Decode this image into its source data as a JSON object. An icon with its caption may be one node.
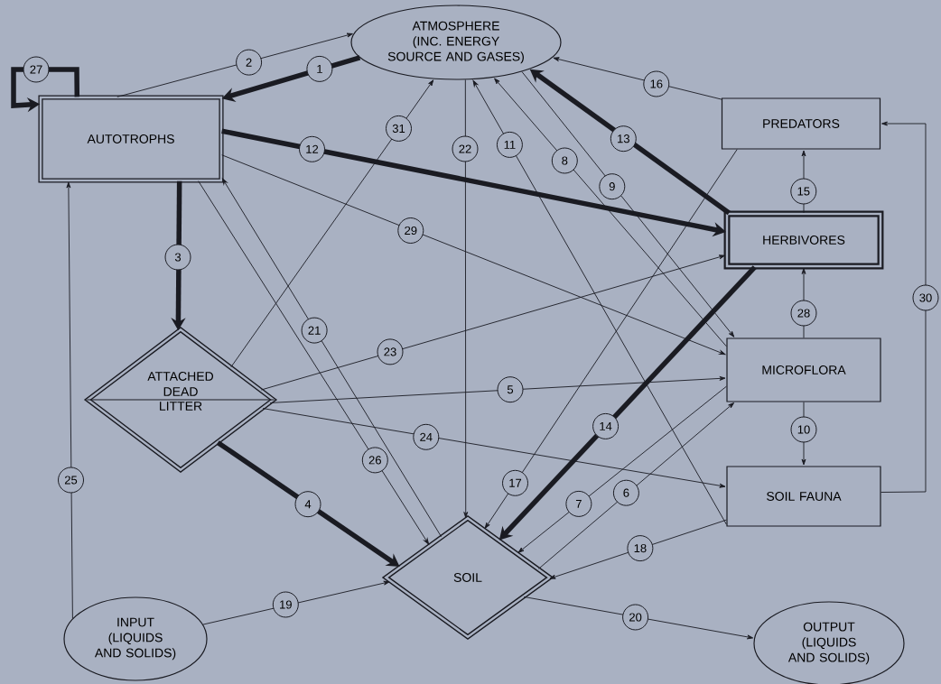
{
  "diagram": {
    "nodes": [
      {
        "text": [
          "ATMOSPHERE",
          "(INC. ENERGY SOURCE AND GASES)"
        ]
      },
      {
        "text": [
          "AUTOTROPHS"
        ]
      },
      {
        "text": [
          "PREDATORS"
        ]
      },
      {
        "text": [
          "HERBIVORES"
        ]
      },
      {
        "text": [
          "ATTACHED DEAD",
          "LITTER"
        ]
      },
      {
        "text": [
          "MICROFLORA"
        ]
      },
      {
        "text": [
          "SOIL FAUNA"
        ]
      },
      {
        "text": [
          "SOIL"
        ]
      },
      {
        "text": [
          "INPUT",
          "(LIQUIDS AND SOLIDS)"
        ]
      },
      {
        "text": [
          "OUTPUT",
          "(LIQUIDS AND SOLIDS)"
        ]
      }
    ],
    "edges": [
      {
        "from": 0,
        "to": 1,
        "arrow": "to",
        "label": "1",
        "style": "thick"
      },
      {
        "from": 1,
        "to": 0,
        "arrow": "to",
        "label": "2"
      },
      {
        "from": 1,
        "to": 4,
        "arrow": "to",
        "label": "3",
        "style": "thick"
      },
      {
        "from": 4,
        "to": 7,
        "arrow": "to",
        "label": "4",
        "style": "thick"
      },
      {
        "from": 4,
        "to": 5,
        "arrow": "to",
        "label": "5"
      },
      {
        "from": 7,
        "to": 5,
        "arrow": "to",
        "label": "6"
      },
      {
        "from": 5,
        "to": 7,
        "arrow": "to",
        "label": "7"
      },
      {
        "from": 5,
        "to": 0,
        "arrow": "to",
        "label": "8"
      },
      {
        "from": 0,
        "to": 5,
        "arrow": "to",
        "label": "9"
      },
      {
        "from": 5,
        "to": 6,
        "arrow": "to",
        "label": "10"
      },
      {
        "from": 6,
        "to": 0,
        "arrow": "to",
        "label": "11"
      },
      {
        "from": 1,
        "to": 3,
        "arrow": "to",
        "label": "12",
        "style": "thick"
      },
      {
        "from": 3,
        "to": 0,
        "arrow": "to",
        "label": "13",
        "style": "thick"
      },
      {
        "from": 3,
        "to": 7,
        "arrow": "to",
        "label": "14",
        "style": "thick"
      },
      {
        "from": 3,
        "to": 2,
        "arrow": "to",
        "label": "15"
      },
      {
        "from": 2,
        "to": 0,
        "arrow": "to",
        "label": "16"
      },
      {
        "from": 2,
        "to": 7,
        "arrow": "to",
        "label": "17"
      },
      {
        "from": 6,
        "to": 7,
        "arrow": "to",
        "label": "18"
      },
      {
        "from": 8,
        "to": 7,
        "arrow": "to",
        "label": "19"
      },
      {
        "from": 7,
        "to": 9,
        "arrow": "to",
        "label": "20"
      },
      {
        "from": 7,
        "to": 1,
        "arrow": "to",
        "label": "21"
      },
      {
        "from": 0,
        "to": 7,
        "arrow": "to",
        "label": "22"
      },
      {
        "from": 4,
        "to": 3,
        "arrow": "to",
        "label": "23"
      },
      {
        "from": 4,
        "to": 6,
        "arrow": "to",
        "label": "24"
      },
      {
        "from": 8,
        "to": 1,
        "arrow": "to",
        "label": "25"
      },
      {
        "from": 1,
        "to": 7,
        "arrow": "to",
        "label": "26"
      },
      {
        "from": 1,
        "to": 1,
        "arrow": "to",
        "label": "27",
        "style": "thick"
      },
      {
        "from": 5,
        "to": 3,
        "arrow": "to",
        "label": "28"
      },
      {
        "from": 1,
        "to": 5,
        "arrow": "to",
        "label": "29"
      },
      {
        "from": 6,
        "to": 2,
        "arrow": "to",
        "label": "30"
      },
      {
        "from": 4,
        "to": 0,
        "arrow": "to",
        "label": "31"
      }
    ]
  }
}
